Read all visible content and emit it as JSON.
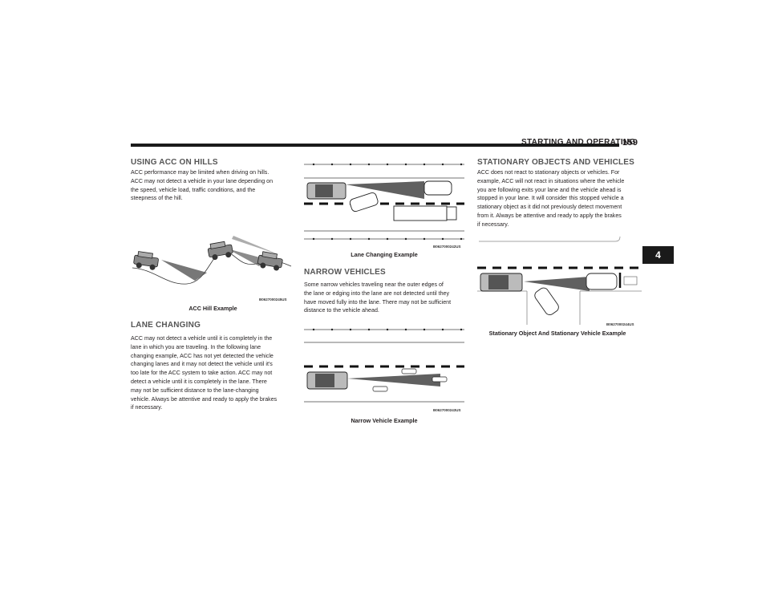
{
  "header": {
    "title": "STARTING AND OPERATING",
    "page_number": "159"
  },
  "chapter_tab": "4",
  "sections": {
    "hills": {
      "heading": "USING ACC ON HILLS",
      "body": [
        "ACC performance may be limited when driving on hills.",
        "ACC may not detect a vehicle in your lane depending on",
        "the speed, vehicle load, traffic conditions, and the",
        "steepness of the hill."
      ],
      "figure_code": "B0627000245US",
      "caption": "ACC Hill Example"
    },
    "lane": {
      "heading": "LANE CHANGING",
      "body": [
        "ACC may not detect a vehicle until it is completely in the",
        "lane in which you are traveling. In the following lane",
        "changing example, ACC has not yet detected the vehicle",
        "changing lanes and it may not detect the vehicle until it's",
        "too late for the ACC system to take action. ACC may not",
        "detect a vehicle until it is completely in the lane. There",
        "may not be sufficient distance to the lane-changing",
        "vehicle. Always be attentive and ready to apply the brakes",
        "if necessary."
      ],
      "figure_code": "B0627000242US",
      "caption": "Lane Changing Example"
    },
    "narrow": {
      "heading": "NARROW VEHICLES",
      "body": [
        "Some narrow vehicles traveling near the outer edges of",
        "the lane or edging into the lane are not detected until they",
        "have moved fully into the lane. There may not be sufficient",
        "distance to the vehicle ahead."
      ],
      "figure_code": "B0627000243US",
      "caption": "Narrow Vehicle Example"
    },
    "stationary": {
      "heading": "STATIONARY OBJECTS AND VEHICLES",
      "body": [
        "ACC does not react to stationary objects or vehicles. For",
        "example, ACC will not react in situations where the vehicle",
        "you are following exits your lane and the vehicle ahead is",
        "stopped in your lane. It will consider this stopped vehicle a",
        "stationary object as it did not previously detect movement",
        "from it. Always be attentive and ready to apply the brakes",
        "if necessary."
      ],
      "figure_code": "B0627000244US",
      "caption": "Stationary Object And Stationary Vehicle Example"
    }
  }
}
